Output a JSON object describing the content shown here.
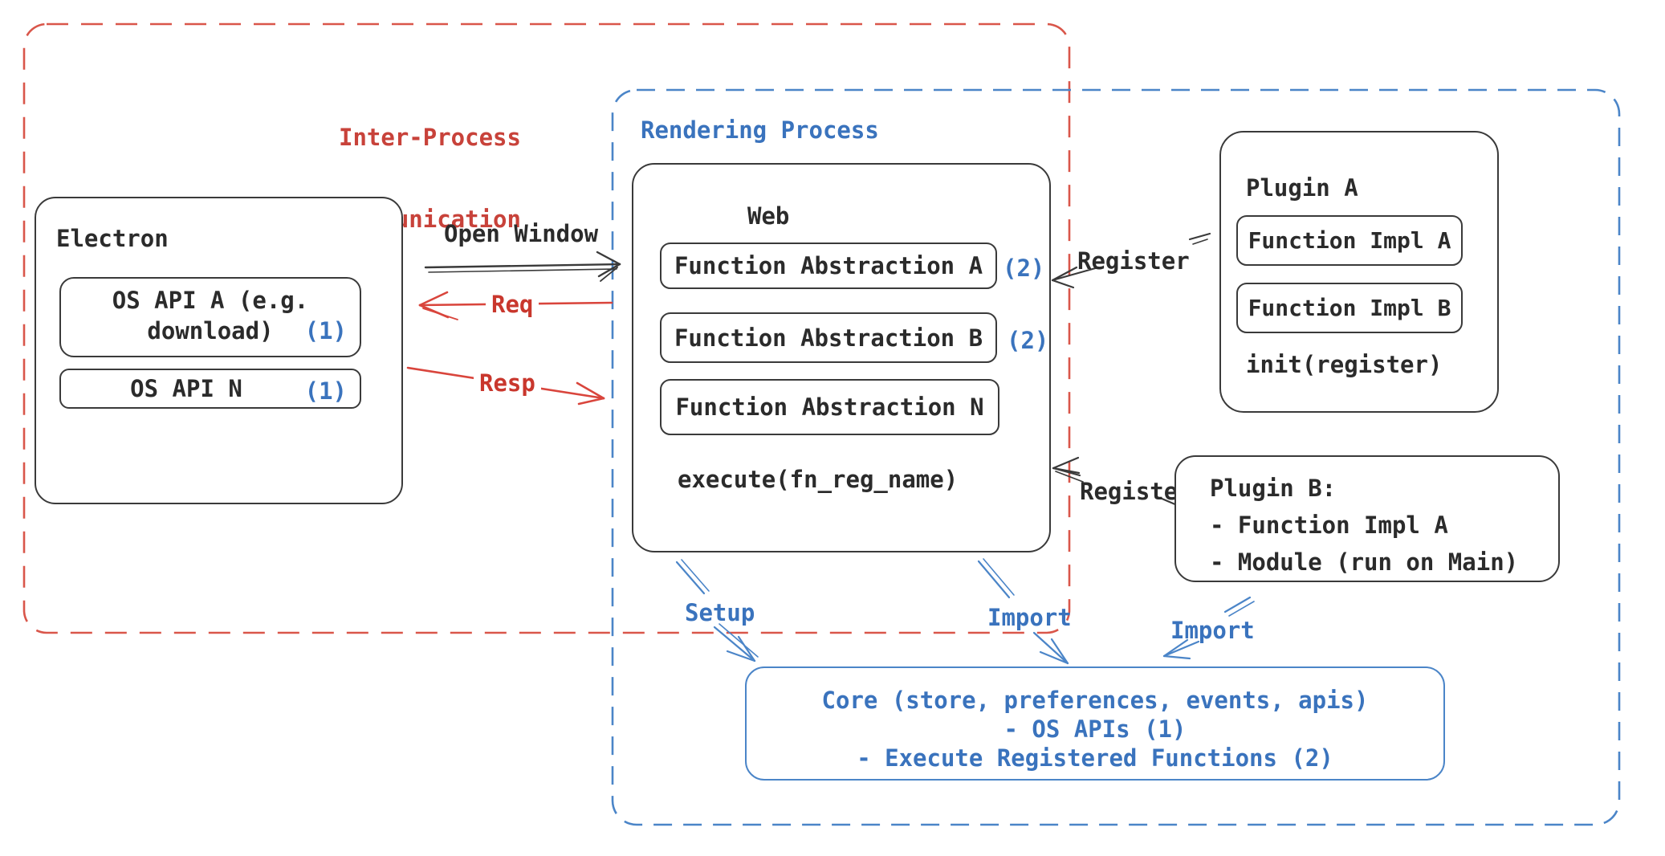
{
  "colors": {
    "red_dash": "#d9564a",
    "red_text": "#c8423a",
    "red_arrow": "#d9453c",
    "blue_dash": "#4b85c8",
    "blue_text": "#3a73bd",
    "black_stroke": "#3a3a3a",
    "black_text": "#2b2b2b"
  },
  "ipc": {
    "label_line1": "Inter-Process",
    "label_line2": "Communication"
  },
  "rendering": {
    "label": "Rendering Process"
  },
  "electron": {
    "title": "Electron",
    "api_a_line1": "OS API A (e.g.",
    "api_a_line2": "download)",
    "api_a_ref": "(1)",
    "api_n": "OS API N",
    "api_n_ref": "(1)"
  },
  "web": {
    "title": "Web",
    "fa_a": "Function Abstraction A",
    "fa_a_ref": "(2)",
    "fa_b": "Function Abstraction B",
    "fa_b_ref": "(2)",
    "fa_n": "Function Abstraction N",
    "execute": "execute(fn_reg_name)"
  },
  "arrows": {
    "open_window": "Open Window",
    "req": "Req",
    "resp": "Resp",
    "register_top": "Register",
    "register_bottom": "Register",
    "setup": "Setup",
    "import_left": "Import",
    "import_right": "Import"
  },
  "plugin_a": {
    "title": "Plugin A",
    "impl_a": "Function Impl A",
    "impl_b": "Function Impl B",
    "init": "init(register)"
  },
  "plugin_b": {
    "line1": "Plugin B:",
    "line2": "- Function Impl A",
    "line3": "- Module (run on Main)"
  },
  "core": {
    "line1": "Core (store, preferences, events, apis)",
    "line2": "- OS APIs (1)",
    "line3": "- Execute Registered Functions (2)"
  }
}
